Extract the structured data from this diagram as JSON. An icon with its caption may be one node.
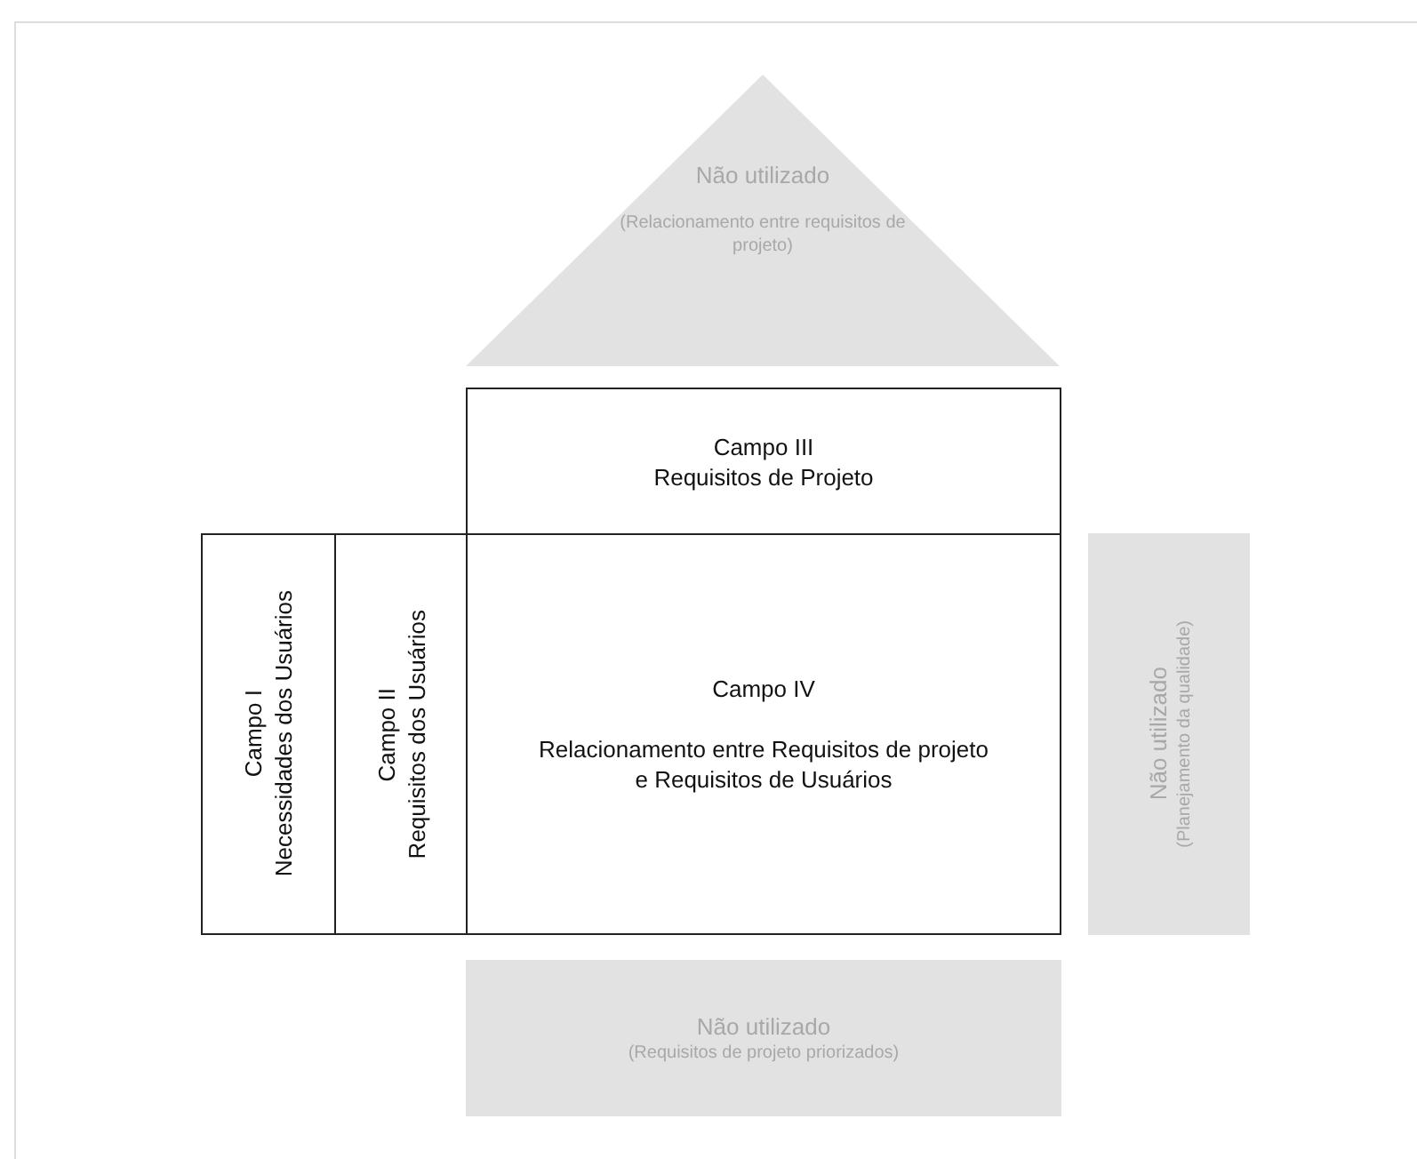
{
  "diagram": {
    "nodes": [
      {
        "text": [
          "Não utilizado",
          "(Relacionamento entre requisitos de projeto)"
        ]
      },
      {
        "text": [
          "Campo III",
          "Requisitos de Projeto"
        ]
      },
      {
        "text": [
          "Campo I",
          "Necessidades dos Usuários"
        ]
      },
      {
        "text": [
          "Campo II",
          "Requisitos dos Usuários"
        ]
      },
      {
        "text": [
          "Campo IV",
          "Relacionamento entre Requisitos de projeto e Requisitos de Usuários"
        ]
      },
      {
        "text": [
          "Não utilizado",
          "(Planejamento da qualidade)"
        ]
      },
      {
        "text": [
          "Não utilizado",
          "(Requisitos de projeto priorizados)"
        ]
      }
    ]
  }
}
